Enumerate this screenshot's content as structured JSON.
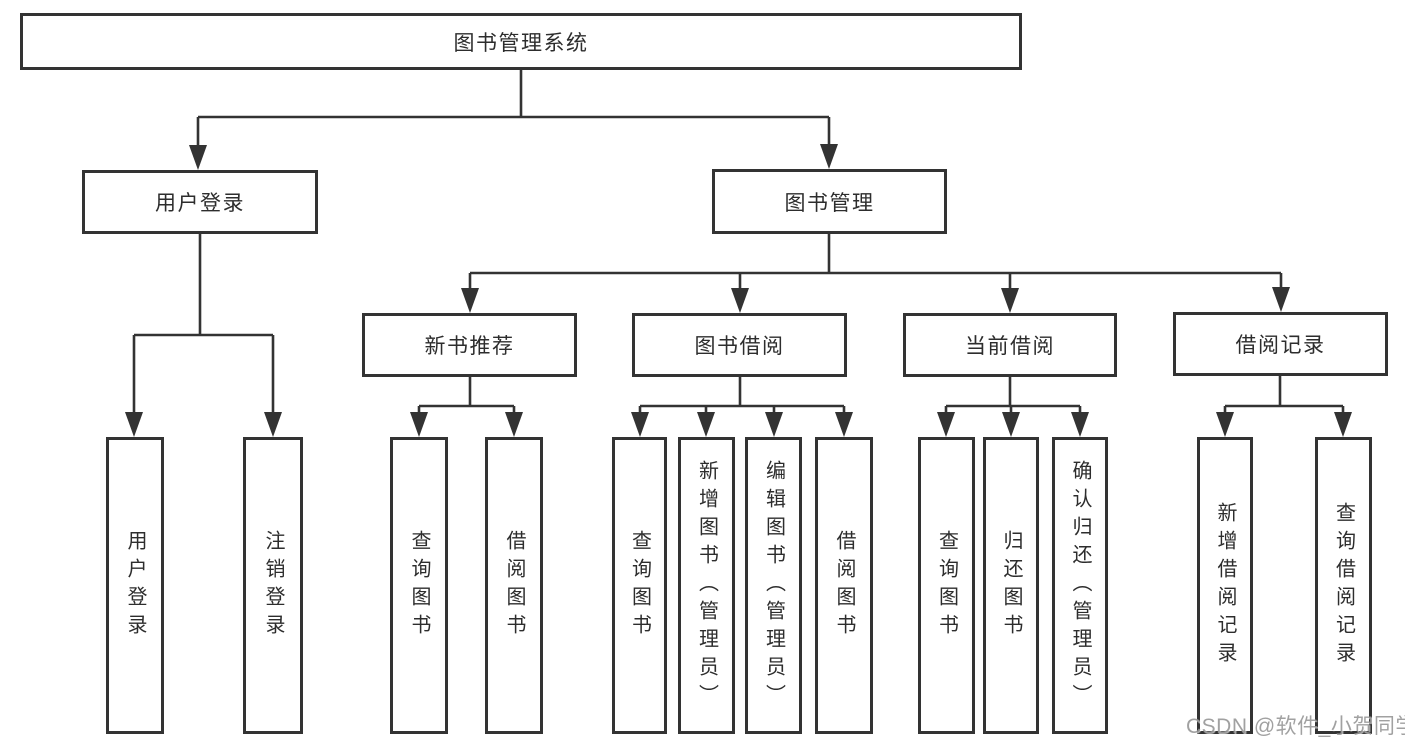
{
  "diagram": {
    "root": {
      "label": "图书管理系统"
    },
    "branches": [
      {
        "label": "用户登录",
        "children": [
          {
            "label": "用户登录"
          },
          {
            "label": "注销登录"
          }
        ]
      },
      {
        "label": "图书管理",
        "children": [
          {
            "label": "新书推荐",
            "children": [
              {
                "label": "查询图书"
              },
              {
                "label": "借阅图书"
              }
            ]
          },
          {
            "label": "图书借阅",
            "children": [
              {
                "label": "查询图书"
              },
              {
                "label": "新增图书（管理员）"
              },
              {
                "label": "编辑图书（管理员）"
              },
              {
                "label": "借阅图书"
              }
            ]
          },
          {
            "label": "当前借阅",
            "children": [
              {
                "label": "查询图书"
              },
              {
                "label": "归还图书"
              },
              {
                "label": "确认归还（管理员）"
              }
            ]
          },
          {
            "label": "借阅记录",
            "children": [
              {
                "label": "新增借阅记录"
              },
              {
                "label": "查询借阅记录"
              }
            ]
          }
        ]
      }
    ]
  },
  "watermark": {
    "text": "CSDN @软件_小贺同学"
  },
  "colors": {
    "line": "#333333",
    "text": "#2d2d2d",
    "box_background": "#ffffff",
    "watermark": "#949494"
  }
}
